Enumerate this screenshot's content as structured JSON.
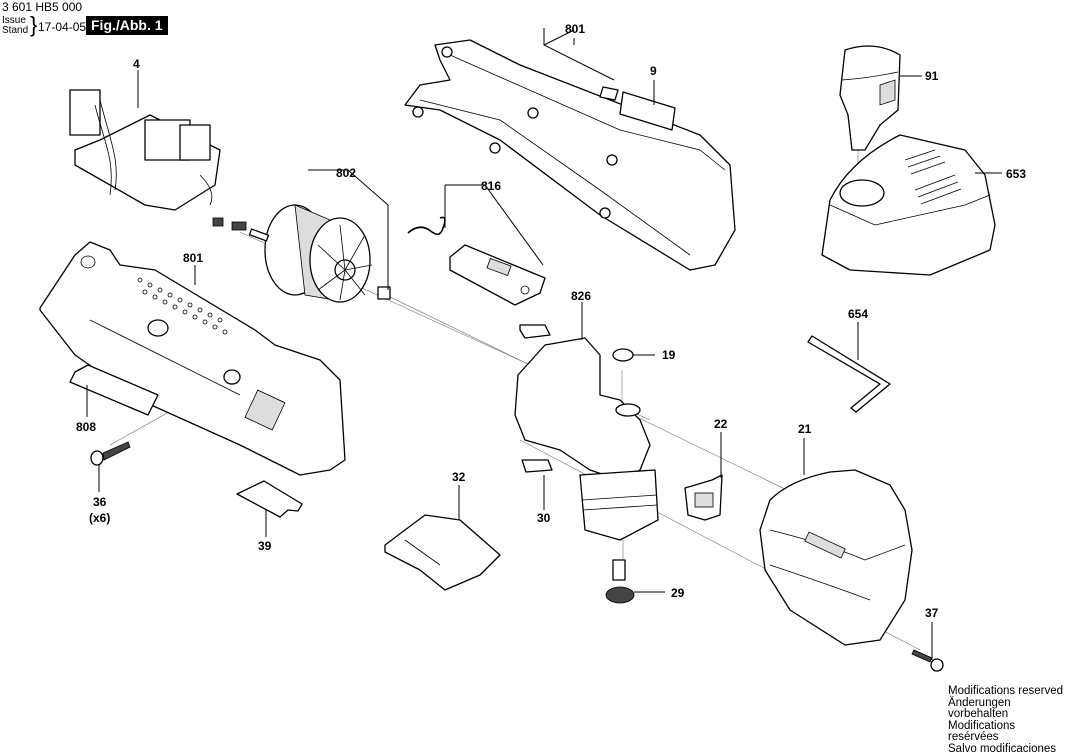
{
  "header": {
    "part_number": "3 601 HB5 000",
    "issue_label": "Issue",
    "stand_label": "Stand",
    "issue_date": "17-04-05",
    "figure_label": "Fig./Abb. 1"
  },
  "footer": {
    "lines": [
      "Modifications reserved",
      "Änderungen vorbehalten",
      "Modifications resérvées",
      "Salvo modificaciones"
    ]
  },
  "parts": {
    "p4": "4",
    "p801_top": "801",
    "p9": "9",
    "p91": "91",
    "p653": "653",
    "p802": "802",
    "p816": "816",
    "p801_left": "801",
    "p826": "826",
    "p19": "19",
    "p654": "654",
    "p808": "808",
    "p22": "22",
    "p21": "21",
    "p36": "36",
    "p36_qty": "(x6)",
    "p32": "32",
    "p30": "30",
    "p39": "39",
    "p29": "29",
    "p37": "37"
  }
}
